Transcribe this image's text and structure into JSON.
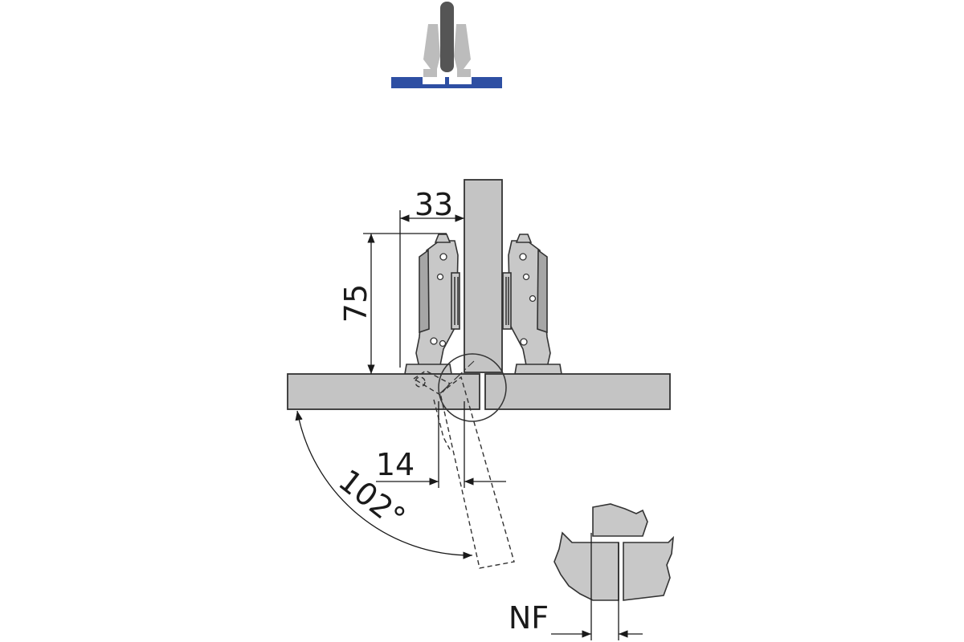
{
  "diagram": {
    "colors": {
      "panel": "#c4c4c4",
      "blue_base": "#2e4fa3",
      "icon_gray": "#bcbcbc",
      "icon_dark": "#555555",
      "line": "#1a1a1a"
    },
    "dimensions": {
      "width_label": "33",
      "height_label": "75",
      "offset_label": "14",
      "angle_label": "102°",
      "gap_label": "NF"
    }
  }
}
